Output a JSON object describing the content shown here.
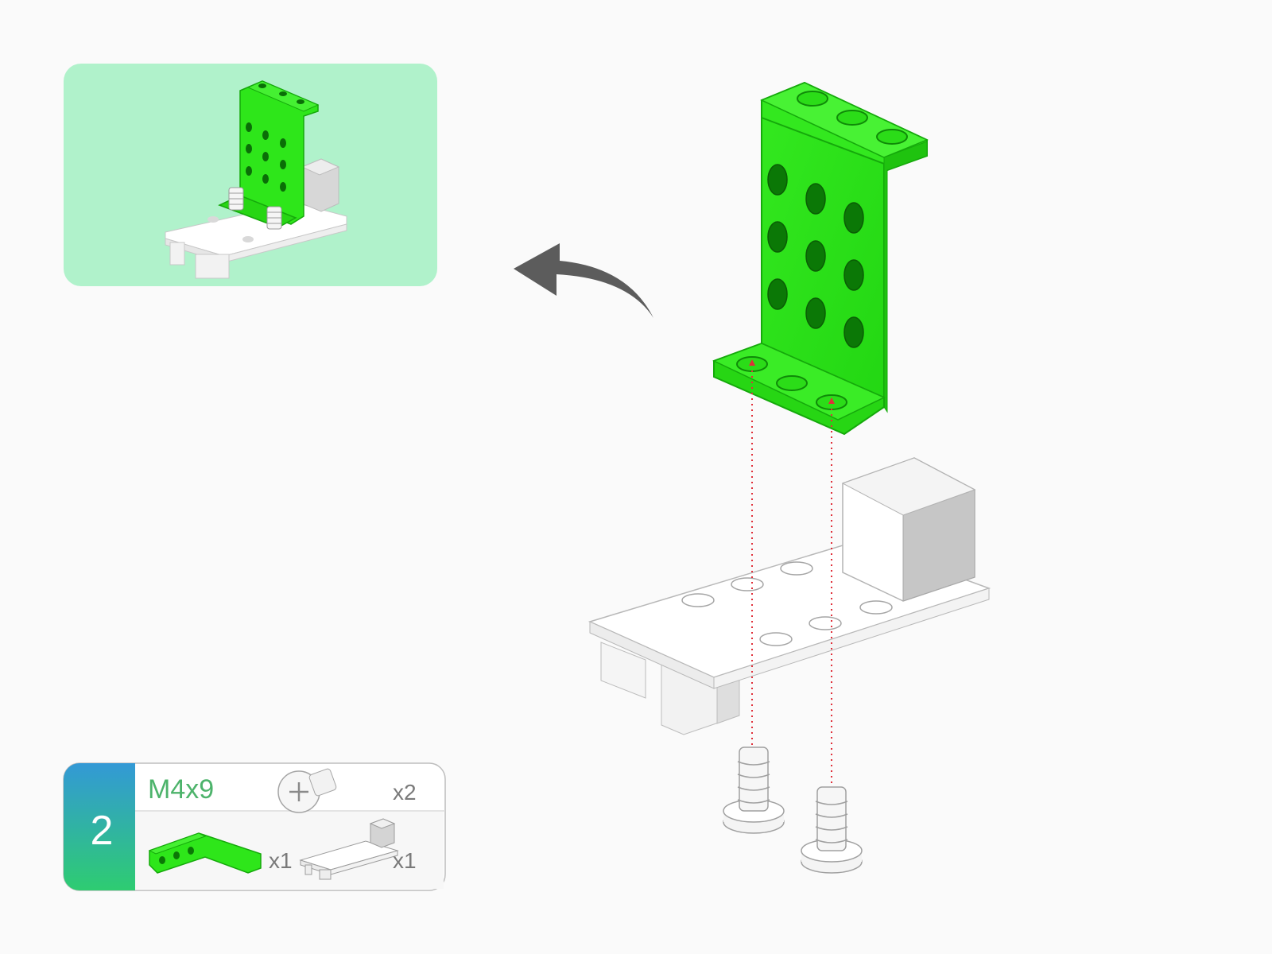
{
  "step": {
    "number": "2",
    "gradient_top": "#3399d6",
    "gradient_bottom": "#2ecc71"
  },
  "parts_list": {
    "screw": {
      "label": "M4x9",
      "icon": "screw-icon",
      "qty": "x2"
    },
    "bracket": {
      "icon": "green-bracket-icon",
      "qty": "x1"
    },
    "base_plate": {
      "icon": "base-plate-icon",
      "qty": "x1"
    }
  },
  "preview_panel": {
    "background": "#b0f2cb",
    "icon": "assembled-preview"
  },
  "colors": {
    "bracket_green": "#2ee61a",
    "bracket_edge": "#15a90b",
    "guide_line": "#e0303a",
    "arrow": "#5c5c5c",
    "plate": "#ffffff"
  }
}
